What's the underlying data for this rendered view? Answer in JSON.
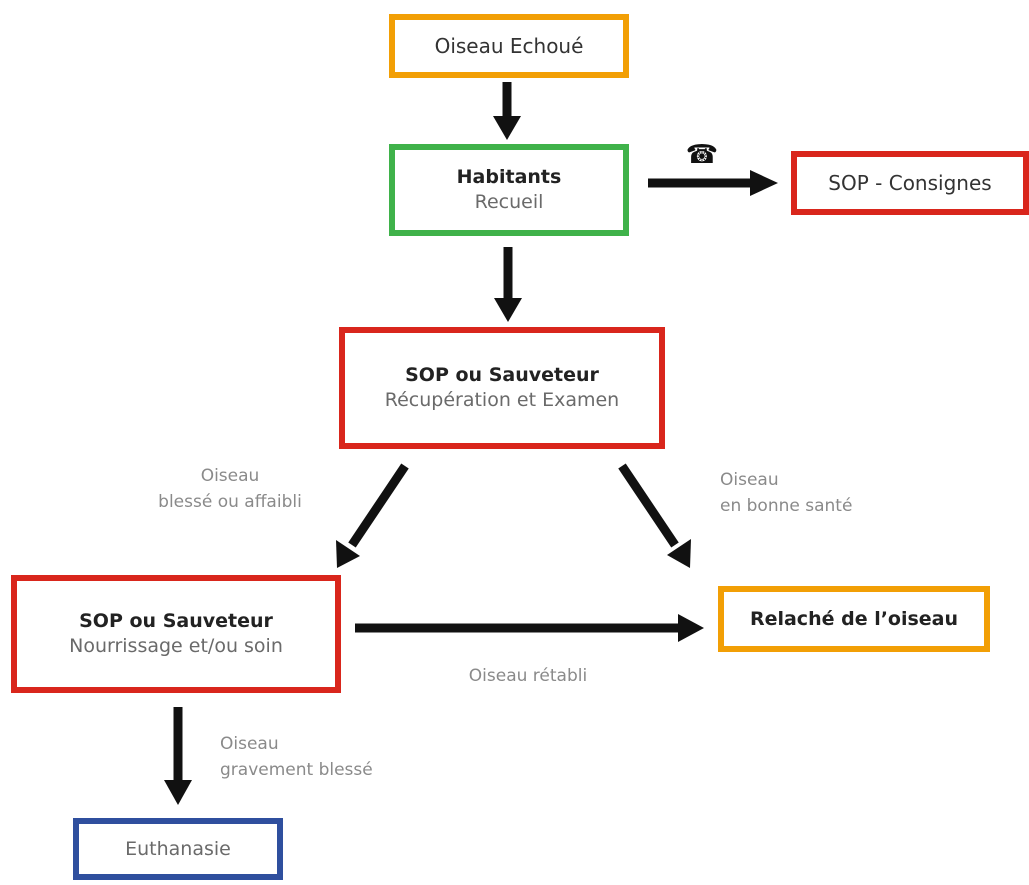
{
  "colors": {
    "orange": "#f29f05",
    "green": "#3fb24a",
    "red": "#d9261c",
    "blue": "#2f4f9e",
    "arrow": "#111111",
    "label_text": "#8a8a8a"
  },
  "icons": {
    "phone": "telephone-icon"
  },
  "nodes": {
    "oiseau_echoue": {
      "title": "Oiseau Echoué"
    },
    "habitants": {
      "title": "Habitants",
      "subtitle": "Recueil"
    },
    "sop_consignes": {
      "title": "SOP - Consignes"
    },
    "sop_recuperation": {
      "title": "SOP ou Sauveteur",
      "subtitle": "Récupération et Examen"
    },
    "sop_nourrissage": {
      "title": "SOP ou Sauveteur",
      "subtitle": "Nourrissage et/ou soin"
    },
    "relache": {
      "title": "Relaché de l’oiseau"
    },
    "euthanasie": {
      "title": "Euthanasie"
    }
  },
  "edge_labels": {
    "blesse": [
      "Oiseau",
      "blessé ou affaibli"
    ],
    "bonne_sante": [
      "Oiseau",
      "en bonne santé"
    ],
    "retabli": "Oiseau rétabli",
    "gravement": [
      "Oiseau",
      "gravement blessé"
    ]
  }
}
